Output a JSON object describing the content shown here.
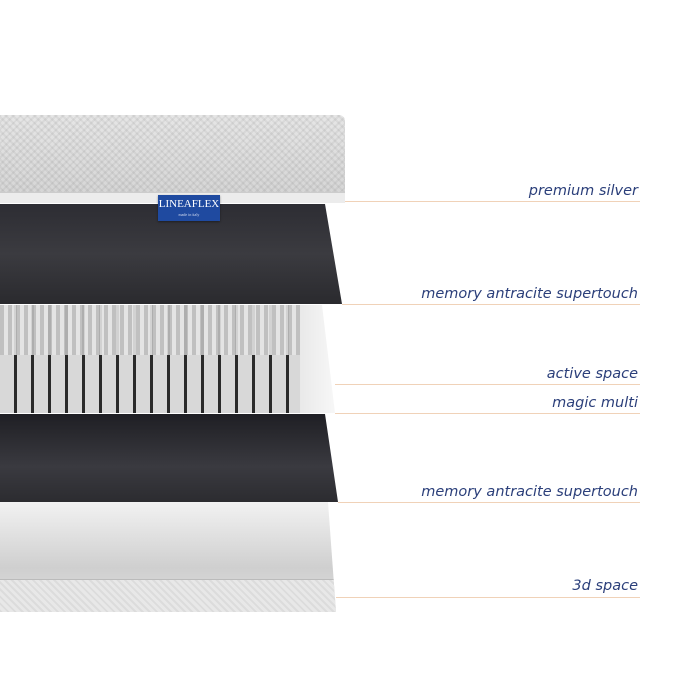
{
  "brand_logo": {
    "text": "LINEAFLEX",
    "tagline": "made in italy"
  },
  "layers": [
    {
      "label": "premium silver"
    },
    {
      "label": "memory antracite supertouch"
    },
    {
      "label": "active space"
    },
    {
      "label": "magic multi"
    },
    {
      "label": "memory antracite supertouch"
    },
    {
      "label": "3d space"
    }
  ],
  "colors": {
    "label": "#2b3f7a",
    "leader_line": "#f0d2b8",
    "logo": "#1f4aa0"
  }
}
